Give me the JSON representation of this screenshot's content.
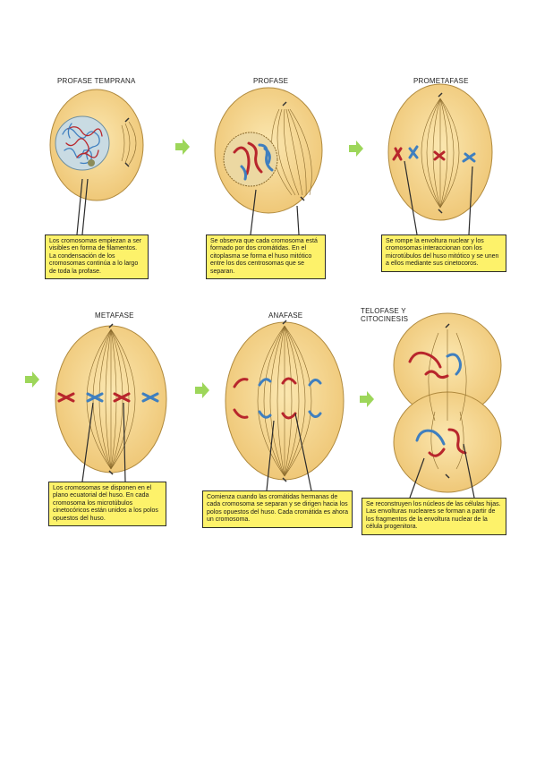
{
  "stages": [
    {
      "key": "early-prophase",
      "title": "PROFASE TEMPRANA",
      "note": "Los cromosomas empiezan a ser visibles en forma de filamentos. La condensación de los cromosomas continúa a lo largo de toda la profase."
    },
    {
      "key": "prophase",
      "title": "PROFASE",
      "note": "Se observa que cada cromosoma está formado por dos cromátidas. En el citoplasma se forma el huso mitótico entre los dos centrosomas que se separan."
    },
    {
      "key": "prometaphase",
      "title": "PROMETAFASE",
      "note": "Se rompe la envoltura nuclear y los cromosomas interaccionan con los microtúbulos del huso mitótico y se unen a ellos mediante sus cinetocoros."
    },
    {
      "key": "metaphase",
      "title": "METAFASE",
      "note": "Los cromosomas se disponen en el plano ecuatorial del huso. En cada cromosoma los microtúbulos cinetocóricos están unidos a los polos opuestos del huso."
    },
    {
      "key": "anaphase",
      "title": "ANAFASE",
      "note": "Comienza cuando las cromátidas hermanas de cada cromosoma se separan y se dirigen hacia los polos opuestos del huso. Cada cromátida es ahora un cromosoma."
    },
    {
      "key": "telophase",
      "title": "TELOFASE Y CITOCINESIS",
      "note": "Se reconstruyen los núcleos de las células hijas. Las envolturas nucleares se forman a partir de los fragmentos de la envoltura nuclear de la célula progenitora."
    }
  ],
  "colors": {
    "cell_fill": "#f7d98f",
    "cell_stroke": "#b08a3e",
    "spindle": "#8a6a2c",
    "chromosome_red": "#b8262c",
    "chromosome_blue": "#3f7fbf",
    "arrow": "#9dd65a",
    "note_bg": "#fdf26a"
  }
}
